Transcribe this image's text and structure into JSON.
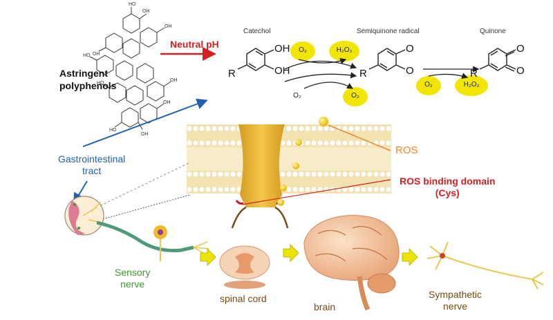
{
  "polyphenol": {
    "label_line1": "Astringent",
    "label_line2": "polyphenols"
  },
  "ph": {
    "label": "Neutral pH"
  },
  "reaction": {
    "catechol": "Catechol",
    "semiquinone": "Semiquinone radical",
    "quinone": "Quinone",
    "oh1": "OH",
    "oh2": "OH",
    "r1": "R",
    "r2": "R",
    "r3": "R",
    "o_semi1": "O",
    "o_semi2": "O",
    "o_q1": "O",
    "o_q2": "O",
    "o2_left_in": "O₂",
    "h2o2_top": "H₂O₂",
    "o2_lower": "O₂",
    "o2_lower_out": "O₂",
    "o2_right_in": "O₂",
    "h2o2_right": "H₂O₂"
  },
  "membrane": {
    "ros": "ROS",
    "binding_line1": "ROS binding  domain",
    "binding_line2": "(Cys)"
  },
  "pathway": {
    "gi_line1": "Gastrointestinal",
    "gi_line2": "tract",
    "sensory_line1": "Sensory",
    "sensory_line2": "nerve",
    "spinal": "spinal cord",
    "brain": "brain",
    "sympathetic_line1": "Sympathetic",
    "sympathetic_line2": "nerve"
  },
  "colors": {
    "red": "#d42020",
    "blue": "#2060b0",
    "orange": "#e8892a",
    "green": "#3c9a2a",
    "brown": "#7a4a10",
    "yellow": "#f2e600",
    "membrane": "#f4e3b0"
  }
}
